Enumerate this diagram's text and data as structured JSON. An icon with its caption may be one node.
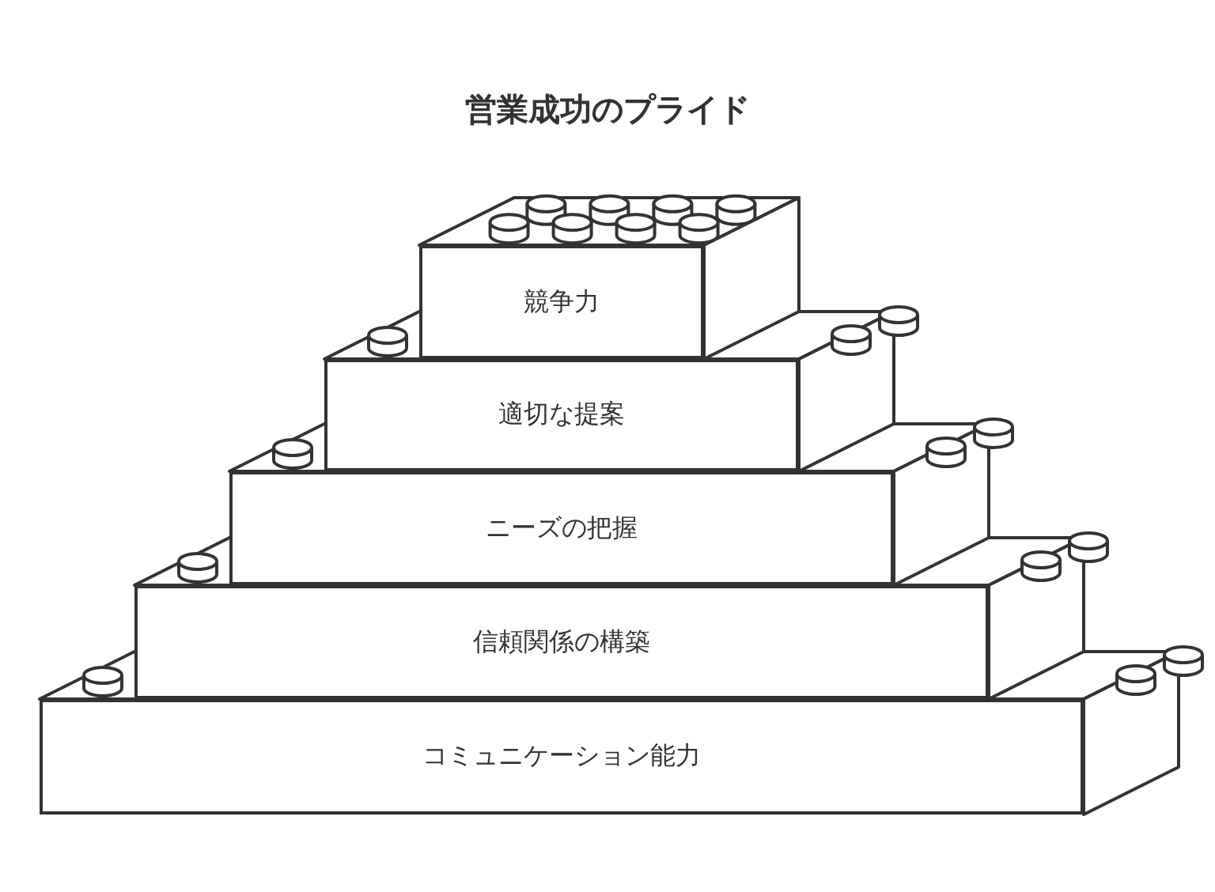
{
  "diagram": {
    "title": "営業成功のプライド",
    "nodes": [
      {
        "text": [
          "競争力"
        ]
      },
      {
        "text": [
          "適切な提案"
        ]
      },
      {
        "text": [
          "ニーズの把握"
        ]
      },
      {
        "text": [
          "信頼関係の構築"
        ]
      },
      {
        "text": [
          "コミュニケーション能力"
        ]
      }
    ]
  }
}
